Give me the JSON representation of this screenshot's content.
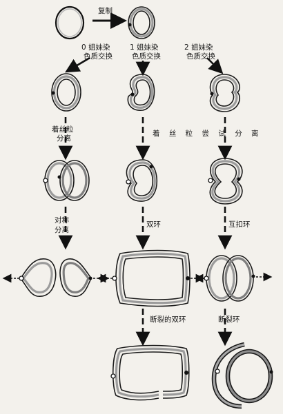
{
  "labels": {
    "replicate": "复制",
    "exchange0": [
      "0 姐妹染",
      "色质交换"
    ],
    "exchange1": [
      "1 姐妹染",
      "色质交换"
    ],
    "exchange2": [
      "2 姐妹染",
      "色质交换"
    ],
    "attach": [
      "着丝粒",
      "分离"
    ],
    "attach_attempt": "着 丝 粒 尝 试 分 离",
    "symmetric": [
      "对称",
      "分离"
    ],
    "double_ring": "双环",
    "interlocked": "互扣环",
    "broken_double": "断裂的双环",
    "broken_ring": "断裂环"
  }
}
